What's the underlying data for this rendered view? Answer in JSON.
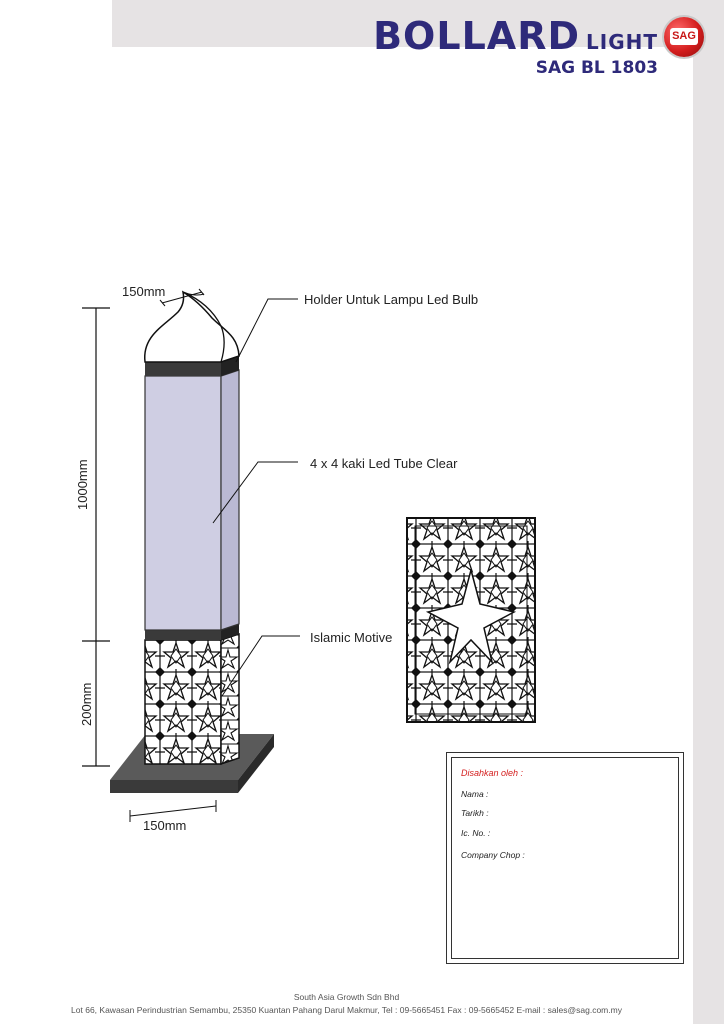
{
  "header": {
    "title": "BOLLARD",
    "title_suffix": "LIGHT",
    "model": "SAG BL 1803",
    "logo_text": "SAG"
  },
  "dimensions": {
    "top_width": "150mm",
    "body_height": "1000mm",
    "base_height": "200mm",
    "base_width": "150mm"
  },
  "callouts": {
    "holder": "Holder Untuk Lampu Led Bulb",
    "tube": "4 x 4 kaki Led Tube Clear",
    "motive": "Islamic Motive"
  },
  "approval": {
    "title": "Disahkan oleh :",
    "name_label": "Nama :",
    "date_label": "Tarikh :",
    "ic_label": "Ic. No. :",
    "chop_label": "Company Chop :"
  },
  "footer": {
    "company": "South Asia Growth Sdn Bhd",
    "address": "Lot 66, Kawasan Perindustrian Semambu, 25350 Kuantan Pahang Darul Makmur, Tel : 09-5665451 Fax : 09-5665452 E-mail : sales@sag.com.my"
  },
  "colors": {
    "title": "#2e2a7a",
    "logo": "#d41e1e",
    "panel": "#cfcee3",
    "band": "#e6e3e4"
  }
}
